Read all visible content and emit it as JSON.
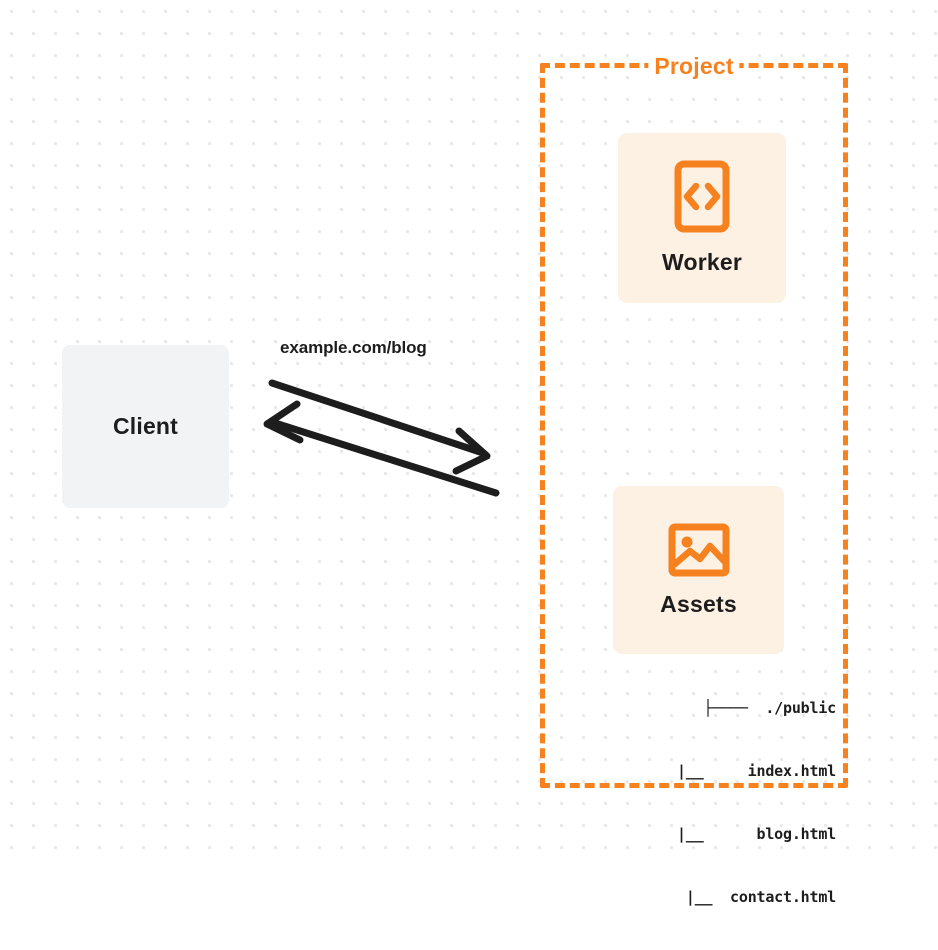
{
  "diagram": {
    "title": "Worker with static assets request flow",
    "background": {
      "style": "dot-grid",
      "dot_color": "#e8e8e8",
      "page_color": "#ffffff"
    },
    "colors": {
      "accent_orange": "#f6821f",
      "card_fill": "#fdf1e4",
      "client_fill": "#f2f3f4",
      "text_dark": "#1d1d1d",
      "arrow_stroke": "#1d1d1d"
    }
  },
  "client": {
    "label": "Client",
    "icon": "none"
  },
  "project": {
    "label": "Project",
    "border_style": "dashed",
    "border_color": "#f6821f",
    "nodes": [
      {
        "id": "worker",
        "label": "Worker",
        "icon": "code-brackets-icon",
        "fill": "#fdf1e4"
      },
      {
        "id": "assets",
        "label": "Assets",
        "icon": "image-icon",
        "fill": "#fdf1e4"
      }
    ],
    "file_tree": {
      "root": "├────  ./public",
      "rows": [
        "├────  ./public",
        "|__     index.html",
        "|__      blog.html",
        "|__  contact.html"
      ],
      "entries": [
        "./public",
        "index.html",
        "blog.html",
        "contact.html"
      ]
    }
  },
  "connection": {
    "label": "example.com/blog",
    "request_direction": "client-to-project",
    "response_direction": "project-to-client"
  }
}
